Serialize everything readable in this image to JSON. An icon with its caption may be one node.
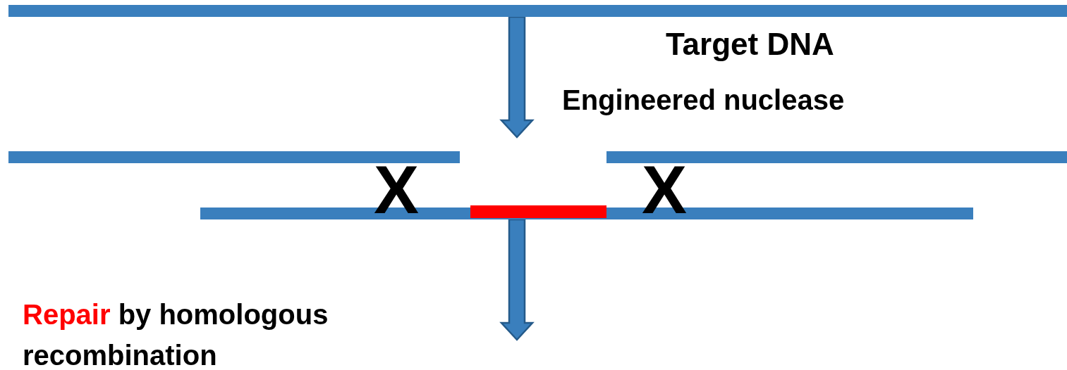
{
  "diagram": {
    "nodes": [
      {
        "text": [],
        "shape": "bar",
        "beside": [
          "Target DNA"
        ]
      },
      {
        "text": [],
        "shape": "bar"
      },
      {
        "text": [],
        "shape": "bar"
      },
      {
        "text": [],
        "shape": "bar"
      },
      {
        "text": [],
        "shape": "bar",
        "in": 3
      }
    ],
    "edges": [
      {
        "from": 0,
        "to": null,
        "arrow": "to",
        "label": "Engineered nuclease",
        "style": "thick"
      },
      {
        "from": 3,
        "to": null,
        "arrow": "to",
        "style": "thick"
      }
    ],
    "labels": [
      "X",
      "X",
      "Repair",
      "by homologous recombination"
    ]
  }
}
